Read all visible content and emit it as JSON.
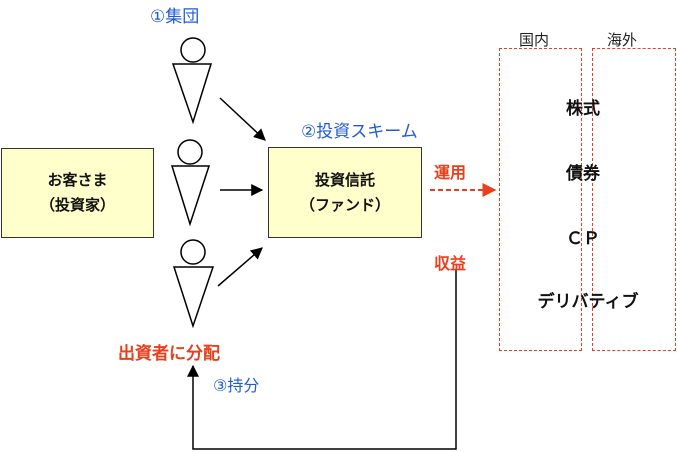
{
  "group_label": "①集団",
  "scheme_label": "②投資スキーム",
  "holding_label": "③持分",
  "customer": {
    "line1": "お客さま",
    "line2": "（投資家）"
  },
  "fund": {
    "line1": "投資信託",
    "line2": "（ファンド）"
  },
  "operate_label": "運用",
  "income_label": "収益",
  "distribute_label": "出資者に分配",
  "markets": {
    "domestic": "国内",
    "overseas": "海外"
  },
  "assets": [
    "株式",
    "債券",
    "ＣＰ",
    "デリバティブ"
  ],
  "colors": {
    "accent_red": "#e8401c",
    "label_blue": "#1f5ad8",
    "box_fill": "#ffffcc"
  }
}
